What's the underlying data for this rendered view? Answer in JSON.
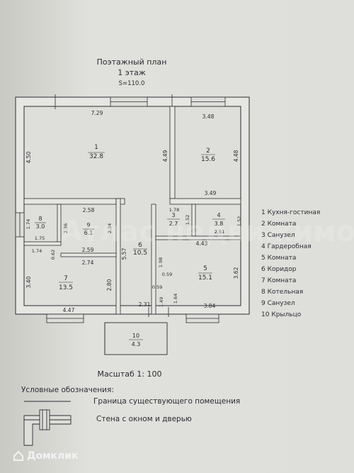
{
  "header": {
    "title": "Поэтажный план",
    "floor": "1 этаж",
    "area": "S=110.0"
  },
  "rooms": [
    {
      "num": "1",
      "area": "32.8"
    },
    {
      "num": "2",
      "area": "15.6"
    },
    {
      "num": "3",
      "area": "2.7"
    },
    {
      "num": "4",
      "area": "3.8"
    },
    {
      "num": "5",
      "area": "15.1"
    },
    {
      "num": "6",
      "area": "10.5"
    },
    {
      "num": "7",
      "area": "13.5"
    },
    {
      "num": "8",
      "area": "3.0"
    },
    {
      "num": "9",
      "area": "6.1"
    },
    {
      "num": "10",
      "area": "4.3"
    }
  ],
  "dimensions": {
    "d729": "7.29",
    "d348": "3.48",
    "d450": "4.50",
    "d449": "4.49",
    "d448": "4.48",
    "d349": "3.49",
    "d258": "2.58",
    "d178": "1.78",
    "d174a": "1.74",
    "d236": "2.36",
    "d234": "2.34",
    "d152a": "1.52",
    "d152b": "1.52",
    "d251": "2.51",
    "d175": "1.75",
    "d174b": "1.74",
    "d259": "2.59",
    "d557": "5.57",
    "d198": "1.98",
    "d443": "4.43",
    "d062": "0.62",
    "d274": "2.74",
    "d059a": "0.59",
    "d340": "3.40",
    "d362": "3.62",
    "d280": "2.80",
    "d059b": "0.59",
    "d149": "1.49",
    "d164": "1.64",
    "d447": "4.47",
    "d231": "2.31",
    "d384": "3.84"
  },
  "legend_rooms": [
    "1 Кухня-гостиная",
    "2 Комната",
    "3 Санузел",
    "4 Гардеробная",
    "5 Комната",
    "6 Коридор",
    "7 Комната",
    "8 Котельная",
    "9 Санузел",
    "10 Крыльцо"
  ],
  "scale": "Масштаб 1: 100",
  "symbols": {
    "title": "Условные обозначения:",
    "boundary": "Граница существующего помещения",
    "wall": "Стена с окном и дверью"
  },
  "watermark_overlay": "Атлас недвижимость",
  "watermark": "Домклик",
  "colors": {
    "ink": "#2c2c34",
    "paper": "#dcdcd8",
    "wall_fill": "#e6e6e2"
  }
}
